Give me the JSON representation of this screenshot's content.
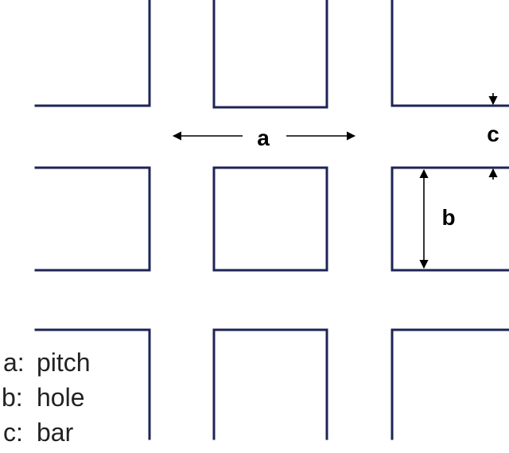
{
  "labels": {
    "pitch": "a",
    "hole": "b",
    "bar": "c"
  },
  "legend": [
    {
      "key": "a:",
      "text": "pitch"
    },
    {
      "key": "b:",
      "text": "hole"
    },
    {
      "key": "c:",
      "text": "bar"
    }
  ],
  "colors": {
    "outline": "#1f2456",
    "dimension": "#000000"
  }
}
